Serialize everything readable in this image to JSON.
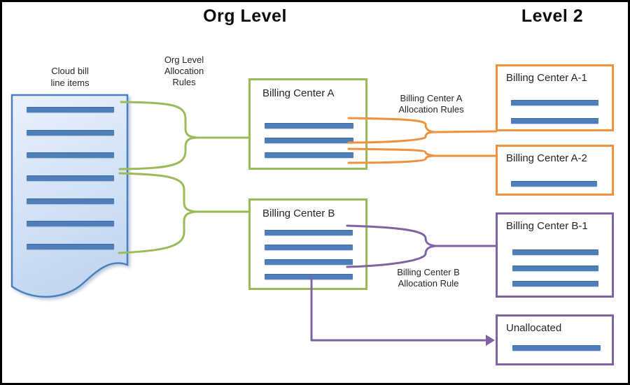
{
  "titles": {
    "org_level": "Org Level",
    "level_2": "Level 2"
  },
  "document": {
    "label": [
      "Cloud bill",
      "line items"
    ],
    "line_count": 7
  },
  "labels": {
    "org_rules": [
      "Org Level",
      "Allocation",
      "Rules"
    ],
    "a_rules": [
      "Billing Center A",
      "Allocation Rules"
    ],
    "b_rules": [
      "Billing Center B",
      "Allocation Rule"
    ]
  },
  "boxes": {
    "a": {
      "title": "Billing Center A",
      "line_count": 3
    },
    "b": {
      "title": "Billing Center B",
      "line_count": 4
    },
    "a1": {
      "title": "Billing Center A-1",
      "line_count": 2
    },
    "a2": {
      "title": "Billing Center A-2",
      "line_count": 1
    },
    "b1": {
      "title": "Billing Center B-1",
      "line_count": 3
    },
    "unallocated": {
      "title": "Unallocated",
      "line_count": 1
    }
  },
  "colors": {
    "org_level_green": "#9BBB59",
    "level2_orange": "#F0913D",
    "level2_purple": "#7E63A5",
    "line_item_blue": "#4E7FBB",
    "document_border": "#4C7FBE",
    "document_fill_top": "#EAF1FC",
    "document_fill_bottom": "#C3D7F2",
    "frame_black": "#000000"
  }
}
